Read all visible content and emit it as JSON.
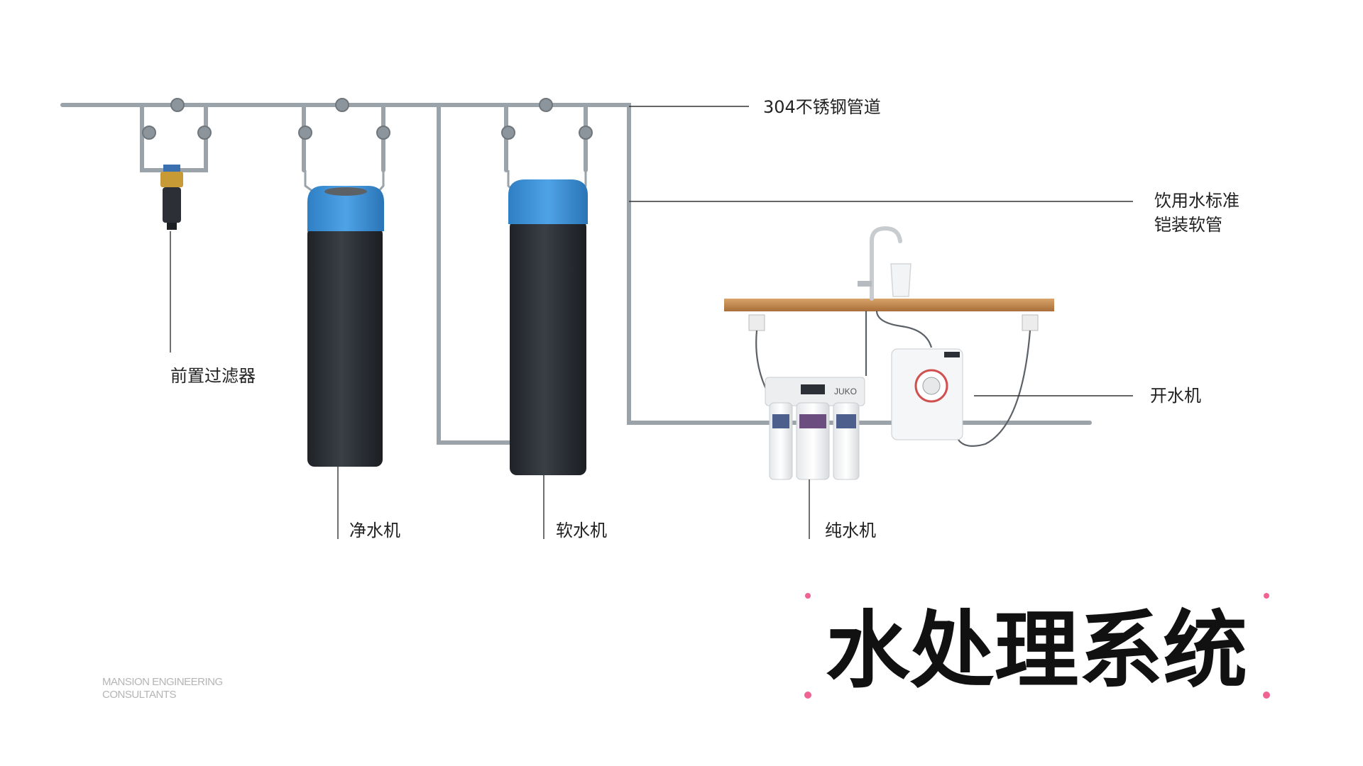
{
  "labels": {
    "pipe": "304不锈钢管道",
    "hose_line1": "饮用水标准",
    "hose_line2": "铠装软管",
    "prefilter": "前置过滤器",
    "purifier": "净水机",
    "softener": "软水机",
    "ro": "纯水机",
    "boiler": "开水机"
  },
  "device_text": {
    "ro_brand": "JUKO"
  },
  "brand": {
    "line1": "MANSION ENGINEERING",
    "line2": "CONSULTANTS"
  },
  "title": "水处理系统",
  "colors": {
    "pipe": "#9aa3aa",
    "tank_top": "#3a8fd6",
    "tank_body": "#2b2f35",
    "counter": "#c0874f",
    "accent_dots": "#f06292",
    "leader": "#333333"
  }
}
